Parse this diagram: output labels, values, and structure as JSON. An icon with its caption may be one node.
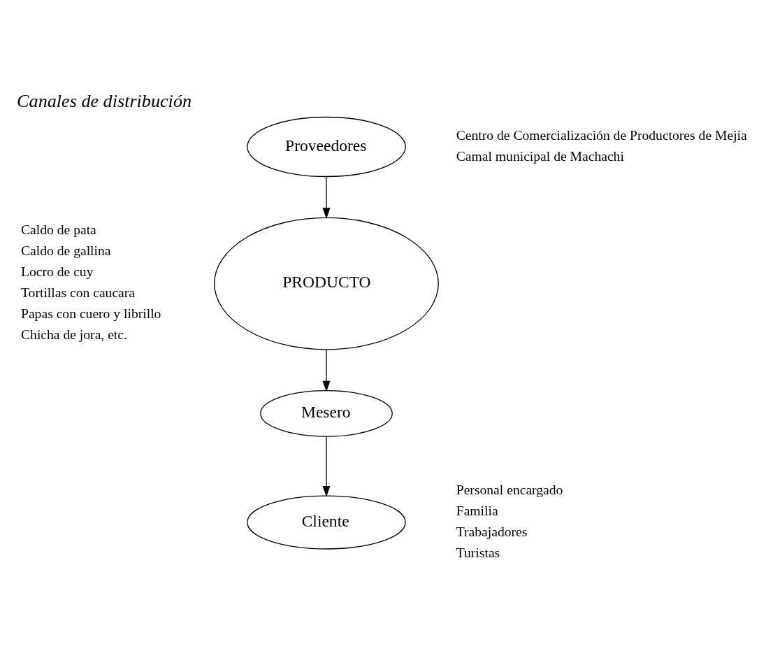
{
  "diagram": {
    "title": "Canales de distribución",
    "nodes": [
      {
        "text": [
          "Proveedores"
        ],
        "beside": [
          "Centro de Comercialización de Productores de Mejía",
          "Camal municipal de Machachi"
        ]
      },
      {
        "text": [
          "PRODUCTO"
        ],
        "beside": [
          "Caldo de pata",
          "Caldo de gallina",
          "Locro de cuy",
          "Tortillas con caucara",
          "Papas con cuero y librillo",
          "Chicha de jora, etc."
        ]
      },
      {
        "text": [
          "Mesero"
        ]
      },
      {
        "text": [
          "Cliente"
        ],
        "beside": [
          "Personal encargado",
          "Familia",
          "Trabajadores",
          "Turistas"
        ]
      }
    ],
    "edges": [
      {
        "from": 0,
        "to": 1,
        "arrow": "to"
      },
      {
        "from": 1,
        "to": 2,
        "arrow": "to"
      },
      {
        "from": 2,
        "to": 3,
        "arrow": "to"
      }
    ]
  }
}
